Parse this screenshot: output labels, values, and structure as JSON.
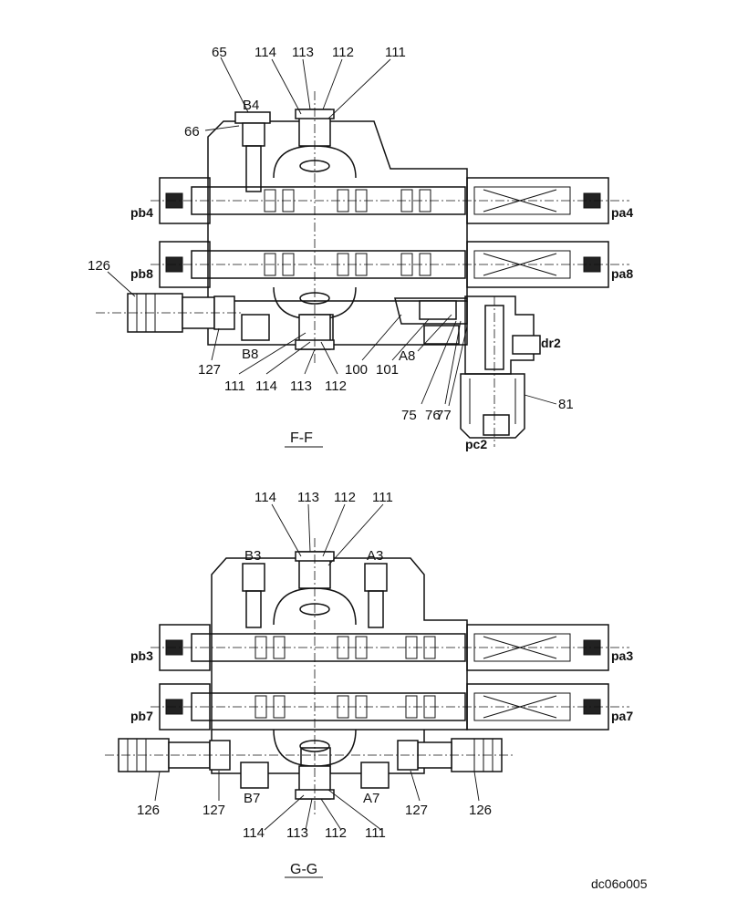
{
  "sections": [
    {
      "caption": "F-F",
      "labels": {
        "l65": "65",
        "l66": "66",
        "lB4": "B4",
        "l114t": "114",
        "l113t": "113",
        "l112t": "112",
        "l111t": "111",
        "pb4": "pb4",
        "pa4": "pa4",
        "pb8": "pb8",
        "pa8": "pa8",
        "l126": "126",
        "l127": "127",
        "lB8": "B8",
        "l111b": "111",
        "l114b": "114",
        "l113b": "113",
        "l112b": "112",
        "l100": "100",
        "l101": "101",
        "lA8": "A8",
        "l75": "75",
        "l76": "76",
        "l77": "77",
        "dr2": "dr2",
        "l81": "81",
        "pc2": "pc2"
      }
    },
    {
      "caption": "G-G",
      "labels": {
        "l114t": "114",
        "l113t": "113",
        "l112t": "112",
        "l111t": "111",
        "lB3": "B3",
        "lA3": "A3",
        "pb3": "pb3",
        "pa3": "pa3",
        "pb7": "pb7",
        "pa7": "pa7",
        "l126l": "126",
        "l127l": "127",
        "lB7": "B7",
        "lA7": "A7",
        "l127r": "127",
        "l126r": "126",
        "l114b": "114",
        "l113b": "113",
        "l112b": "112",
        "l111b": "111"
      }
    }
  ],
  "drawing_code": "dc06o005"
}
